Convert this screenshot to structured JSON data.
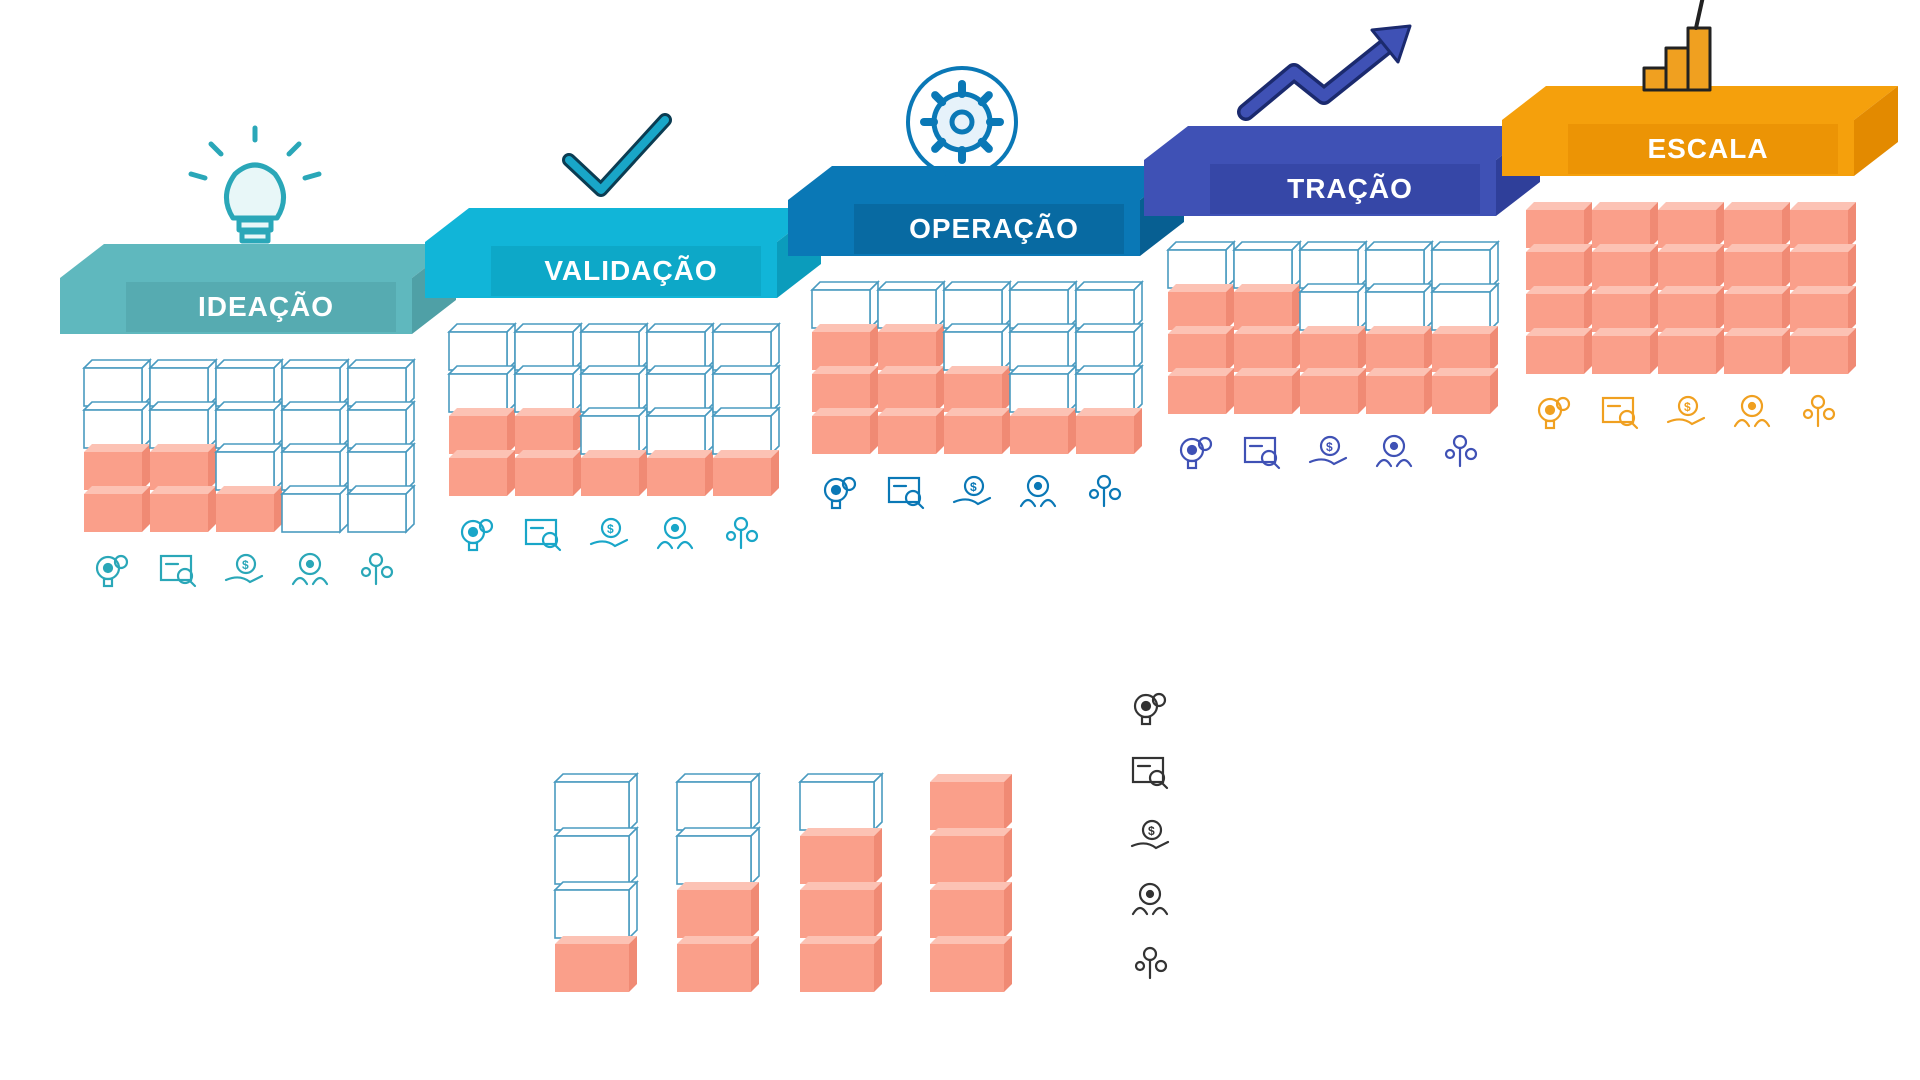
{
  "stages": [
    {
      "key": "ideacao",
      "label": "IDEAÇÃO",
      "icon": "lightbulb-icon",
      "color": "#5fb8be",
      "dark": "#4fa0a6",
      "icon_color": "#2aa7b8",
      "column_fill": [
        2,
        2,
        1,
        0,
        0
      ]
    },
    {
      "key": "validacao",
      "label": "VALIDAÇÃO",
      "icon": "checkmark-icon",
      "color": "#11b5d8",
      "dark": "#0b9cbc",
      "icon_color": "#19a6c8",
      "column_fill": [
        2,
        2,
        1,
        1,
        1
      ]
    },
    {
      "key": "operacao",
      "label": "OPERAÇÃO",
      "icon": "gear-cycle-icon",
      "color": "#0a78b6",
      "dark": "#075f92",
      "icon_color": "#0a78b6",
      "column_fill": [
        3,
        3,
        2,
        1,
        1
      ]
    },
    {
      "key": "tracao",
      "label": "TRAÇÃO",
      "icon": "trend-arrow-icon",
      "color": "#3f51b5",
      "dark": "#2f3f9a",
      "icon_color": "#3f51b5",
      "column_fill": [
        3,
        3,
        2,
        2,
        2
      ]
    },
    {
      "key": "escala",
      "label": "ESCALA",
      "icon": "summit-flag-icon",
      "color": "#f5a00c",
      "dark": "#e38a00",
      "icon_color": "#f0a020",
      "column_fill": [
        4,
        4,
        4,
        4,
        4
      ]
    }
  ],
  "resource_icons": [
    "ideas-gear-icon",
    "analytics-report-icon",
    "money-hand-icon",
    "team-gear-icon",
    "investment-idea-icon"
  ],
  "legend": {
    "columns_fill": [
      1,
      2,
      3,
      4
    ],
    "icons": [
      "ideas-gear-icon",
      "analytics-report-icon",
      "money-hand-icon",
      "team-gear-icon",
      "investment-idea-icon"
    ],
    "icon_color": "#333333"
  },
  "colors": {
    "block_filled": "#fa9f8a",
    "block_empty_stroke": "#4a9bc0",
    "block_empty_fill": "#ffffff"
  }
}
